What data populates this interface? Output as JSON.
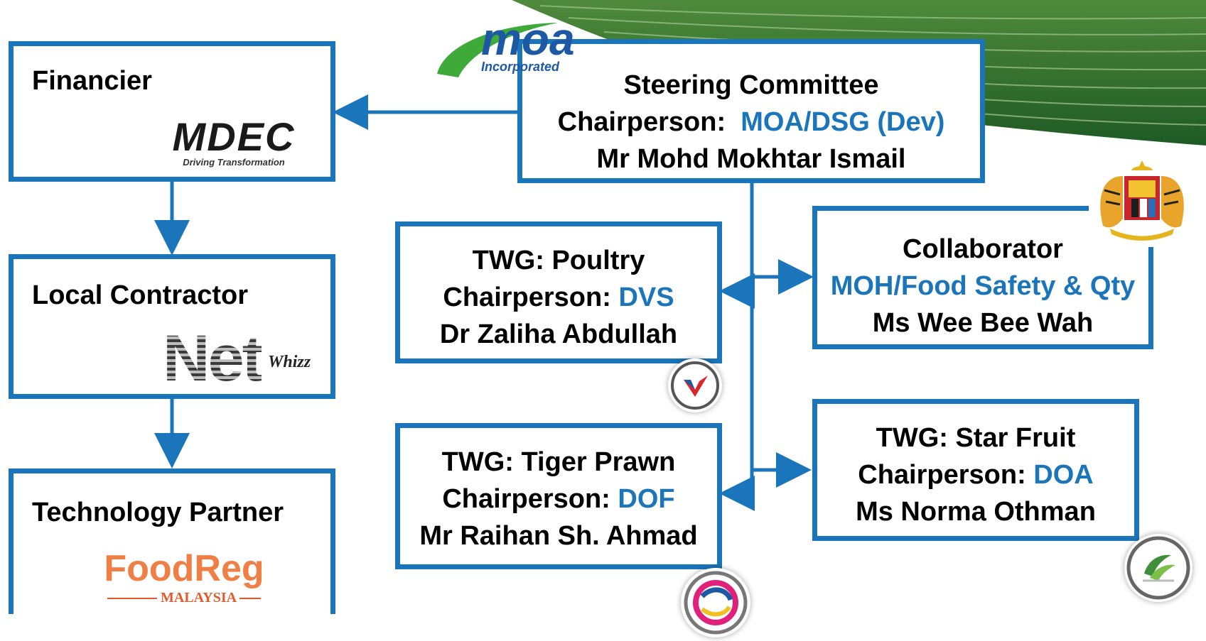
{
  "colors": {
    "accent": "#1b75bb",
    "field": "#2c6e2e"
  },
  "left": {
    "financier": {
      "title": "Financier",
      "logo_main": "MDEC",
      "logo_sub": "Driving Transformation"
    },
    "contractor": {
      "title": "Local Contractor",
      "logo_main": "Net",
      "logo_sub": "Whizz"
    },
    "partner": {
      "title": "Technology Partner",
      "logo_main": "FoodReg",
      "logo_sub": "MALAYSIA"
    }
  },
  "steering": {
    "logo_main": "moa",
    "logo_sub": "Incorporated",
    "title": "Steering Committee",
    "chair_label": "Chairperson:",
    "chair_org": "MOA/DSG (Dev)",
    "person": "Mr Mohd Mokhtar Ismail"
  },
  "poultry": {
    "title": "TWG: Poultry",
    "chair_label": "Chairperson:",
    "chair_org": "DVS",
    "person": "Dr  Zaliha Abdullah"
  },
  "collaborator": {
    "title": "Collaborator",
    "org": "MOH/Food Safety & Qty",
    "person": "Ms Wee Bee Wah"
  },
  "prawn": {
    "title": "TWG: Tiger Prawn",
    "chair_label": "Chairperson:",
    "chair_org": "DOF",
    "person": "Mr Raihan Sh. Ahmad"
  },
  "starfruit": {
    "title": "TWG: Star Fruit",
    "chair_label": "Chairperson:",
    "chair_org": "DOA",
    "person": "Ms Norma Othman"
  },
  "icons": [
    "malaysia-coat-of-arms-icon",
    "dvs-logo-icon",
    "dof-logo-icon",
    "doa-logo-icon",
    "green-field-banner"
  ]
}
